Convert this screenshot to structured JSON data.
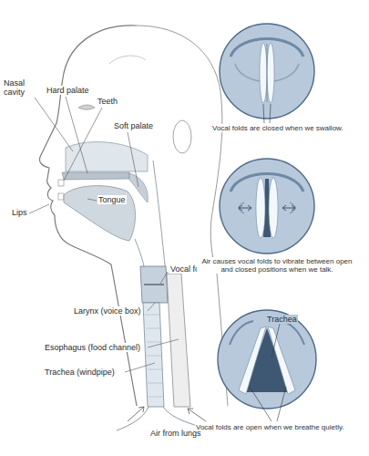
{
  "diagram": {
    "labels": [
      "Nasal cavity",
      "Hard palate",
      "Teeth",
      "Soft palate",
      "Lips",
      "Tongue",
      "Vocal folds",
      "Larynx (voice box)",
      "Esophagus (food channel)",
      "Trachea (windpipe)",
      "Air from lungs",
      "Vocal folds are closed when we swallow.",
      "Air causes vocal folds to vibrate between open and closed positions when we talk.",
      "Trachea",
      "Vocal folds are open when we breathe quietly."
    ]
  }
}
